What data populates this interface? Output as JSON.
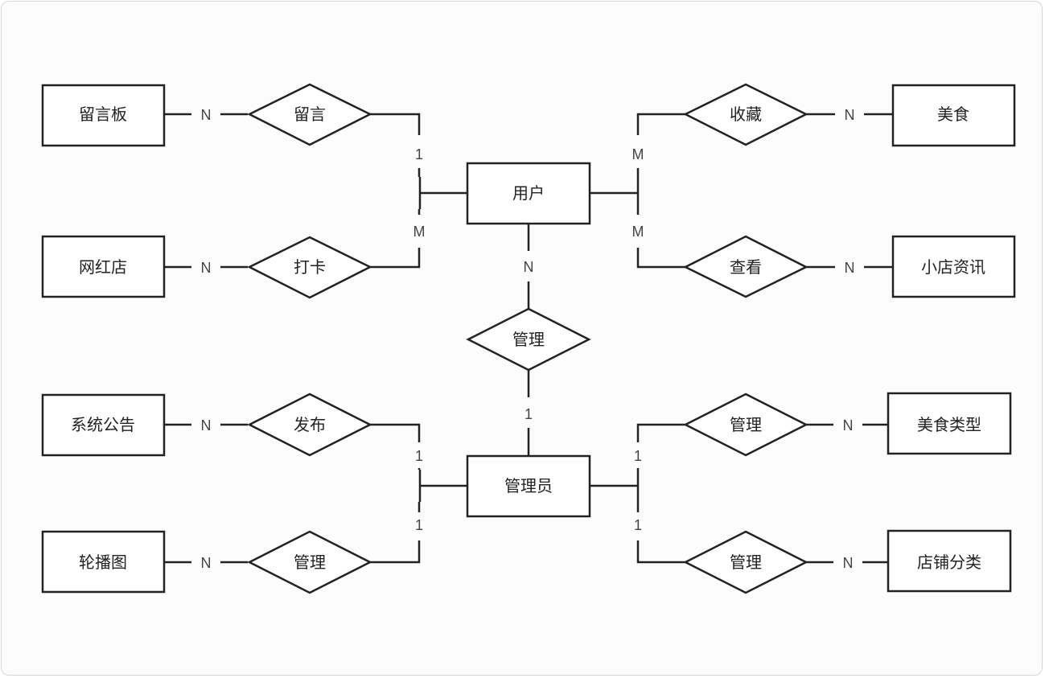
{
  "entities": {
    "user": "用户",
    "admin": "管理员",
    "message_board": "留言板",
    "influencer_shop": "网红店",
    "system_notice": "系统公告",
    "carousel": "轮播图",
    "food": "美食",
    "shop_news": "小店资讯",
    "food_type": "美食类型",
    "shop_category": "店铺分类"
  },
  "relationships": {
    "message": "留言",
    "checkin": "打卡",
    "favorite": "收藏",
    "view": "查看",
    "manage_users": "管理",
    "publish": "发布",
    "manage_carousel": "管理",
    "manage_food_type": "管理",
    "manage_shop_category": "管理"
  },
  "cardinalities": {
    "message_left": "N",
    "message_user": "1",
    "checkin_left": "N",
    "checkin_user": "M",
    "favorite_user": "M",
    "favorite_right": "N",
    "view_user": "M",
    "view_right": "N",
    "manage_user_side": "N",
    "manage_admin_side": "1",
    "publish_left": "N",
    "publish_admin": "1",
    "carousel_left": "N",
    "carousel_admin": "1",
    "food_type_admin": "1",
    "food_type_right": "N",
    "shop_category_admin": "1",
    "shop_category_right": "N"
  }
}
